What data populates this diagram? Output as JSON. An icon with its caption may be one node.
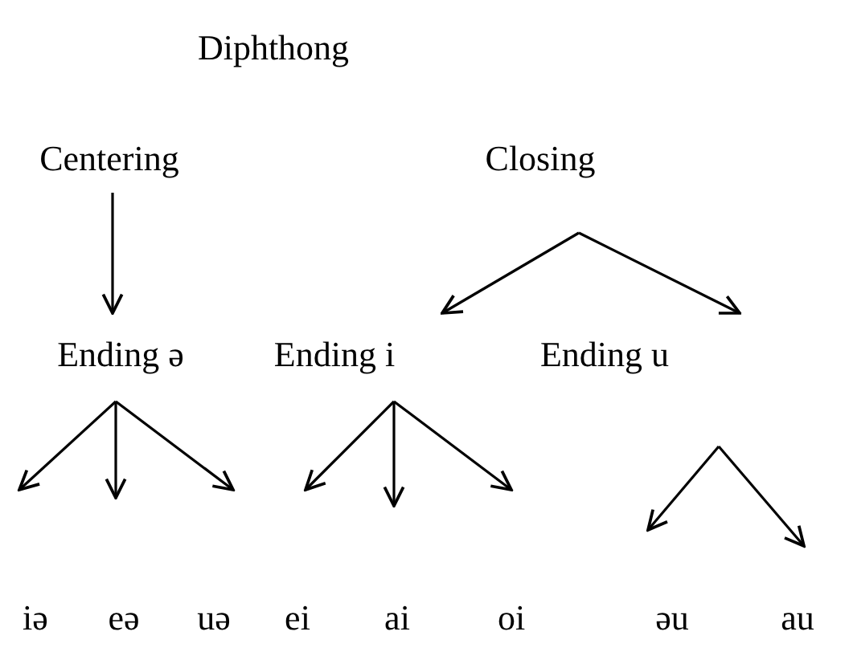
{
  "diagram": {
    "nodes": [
      {
        "text": [
          "Diphthong"
        ]
      },
      {
        "text": [
          "Centering"
        ]
      },
      {
        "text": [
          "Closing"
        ]
      },
      {
        "text": [
          "Ending ə"
        ]
      },
      {
        "text": [
          "Ending i"
        ]
      },
      {
        "text": [
          "Ending u"
        ]
      },
      {
        "text": [
          "iə"
        ]
      },
      {
        "text": [
          "eə"
        ]
      },
      {
        "text": [
          "uə"
        ]
      },
      {
        "text": [
          "ei"
        ]
      },
      {
        "text": [
          "ai"
        ]
      },
      {
        "text": [
          "oi"
        ]
      },
      {
        "text": [
          "əu"
        ]
      },
      {
        "text": [
          "au"
        ]
      }
    ],
    "edges": [
      {
        "from": 1,
        "to": 3,
        "arrow": "to"
      },
      {
        "from": 2,
        "to": 4,
        "arrow": "to"
      },
      {
        "from": 2,
        "to": 5,
        "arrow": "to"
      },
      {
        "from": 3,
        "to": 6,
        "arrow": "to"
      },
      {
        "from": 3,
        "to": 7,
        "arrow": "to"
      },
      {
        "from": 3,
        "to": 8,
        "arrow": "to"
      },
      {
        "from": 4,
        "to": 9,
        "arrow": "to"
      },
      {
        "from": 4,
        "to": 10,
        "arrow": "to"
      },
      {
        "from": 4,
        "to": 11,
        "arrow": "to"
      },
      {
        "from": 5,
        "to": 12,
        "arrow": "to"
      },
      {
        "from": 5,
        "to": 13,
        "arrow": "to"
      }
    ]
  }
}
